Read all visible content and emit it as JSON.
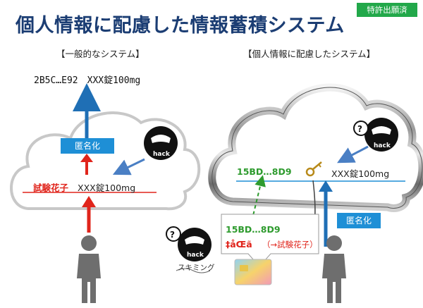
{
  "title": "個人情報に配慮した情報蓄積システム",
  "patent_badge": "特許出願済",
  "left": {
    "section_title": "【一般的なシステム】",
    "output_hash": "2B5C…E92　XXX錠100mg",
    "anonymize_label": "匿名化",
    "record_name": "試験花子",
    "record_drug": "XXX錠100mg",
    "hack_label": "hack"
  },
  "right": {
    "section_title": "【個人情報に配慮したシステム】",
    "cloud_hash": "15BD…8D9",
    "cloud_drug": "XXX錠100mg",
    "anonymize_label": "匿名化",
    "hack_label": "hack",
    "card_hash": "15BD…8D9",
    "card_garbled": "‡åŒã",
    "card_note": "（→試験花子）",
    "skimming_label": "スキミング"
  },
  "colors": {
    "title": "#1b3d73",
    "badge": "#22a84a",
    "anonymize": "#1e8fd6",
    "red_arrow": "#e0241b",
    "blue_arrow": "#1f6fb5",
    "green_hash": "#2e9b2e",
    "hacker_arrow": "#4a7fc4"
  }
}
